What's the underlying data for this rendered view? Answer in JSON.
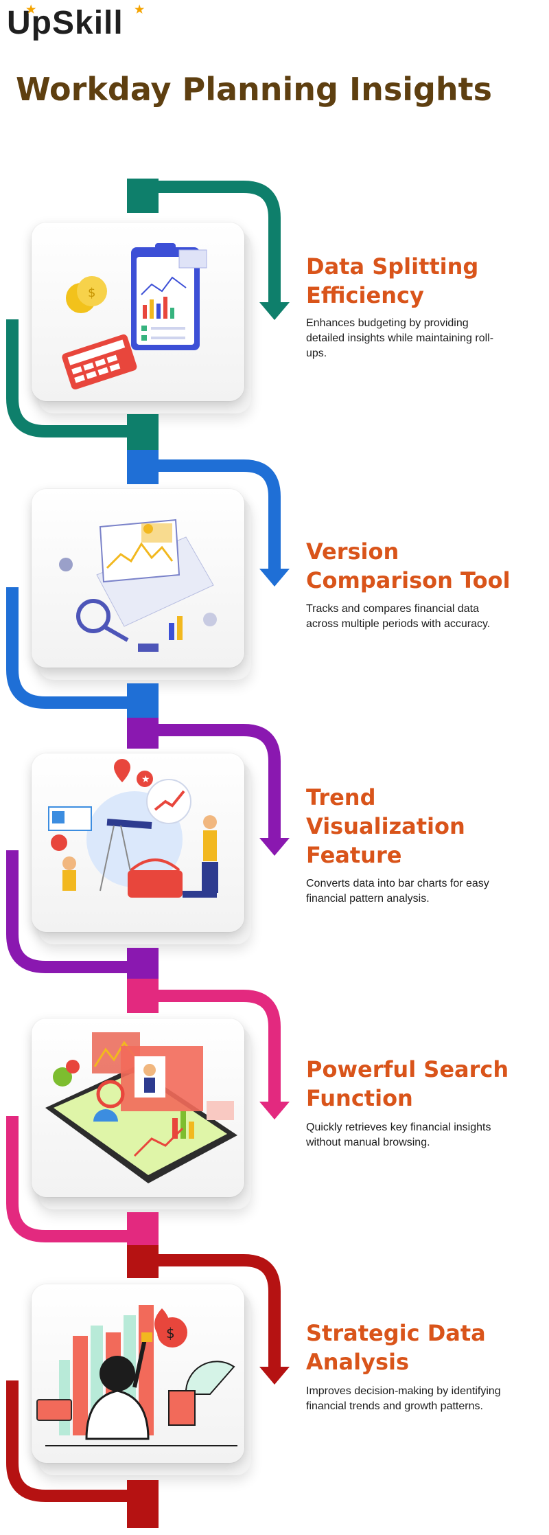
{
  "brand": {
    "name": "UpSkill"
  },
  "page": {
    "title": "Workday Planning Insights"
  },
  "colors": {
    "section1": "#0e7f6b",
    "section2": "#1f6fd6",
    "section3": "#8a18b0",
    "section4": "#e3297f",
    "section5": "#b51212",
    "heading": "#d9541a",
    "title": "#5e3f10"
  },
  "sections": [
    {
      "title": "Data Splitting Efficiency",
      "description": "Enhances budgeting by providing detailed insights while maintaining roll-ups.",
      "illustration": "budget-clipboard-calculator-illustration"
    },
    {
      "title": "Version Comparison Tool",
      "description": "Tracks and compares financial data across multiple periods with accuracy.",
      "illustration": "laptop-analytics-illustration"
    },
    {
      "title": "Trend Visualization Feature",
      "description": "Converts data into bar charts for easy financial pattern analysis.",
      "illustration": "telescope-trend-illustration"
    },
    {
      "title": "Powerful Search Function",
      "description": "Quickly retrieves key financial insights without manual browsing.",
      "illustration": "tablet-dashboard-illustration"
    },
    {
      "title": "Strategic Data Analysis",
      "description": "Improves decision-making by identifying financial trends and growth patterns.",
      "illustration": "bar-chart-money-bag-illustration"
    }
  ]
}
